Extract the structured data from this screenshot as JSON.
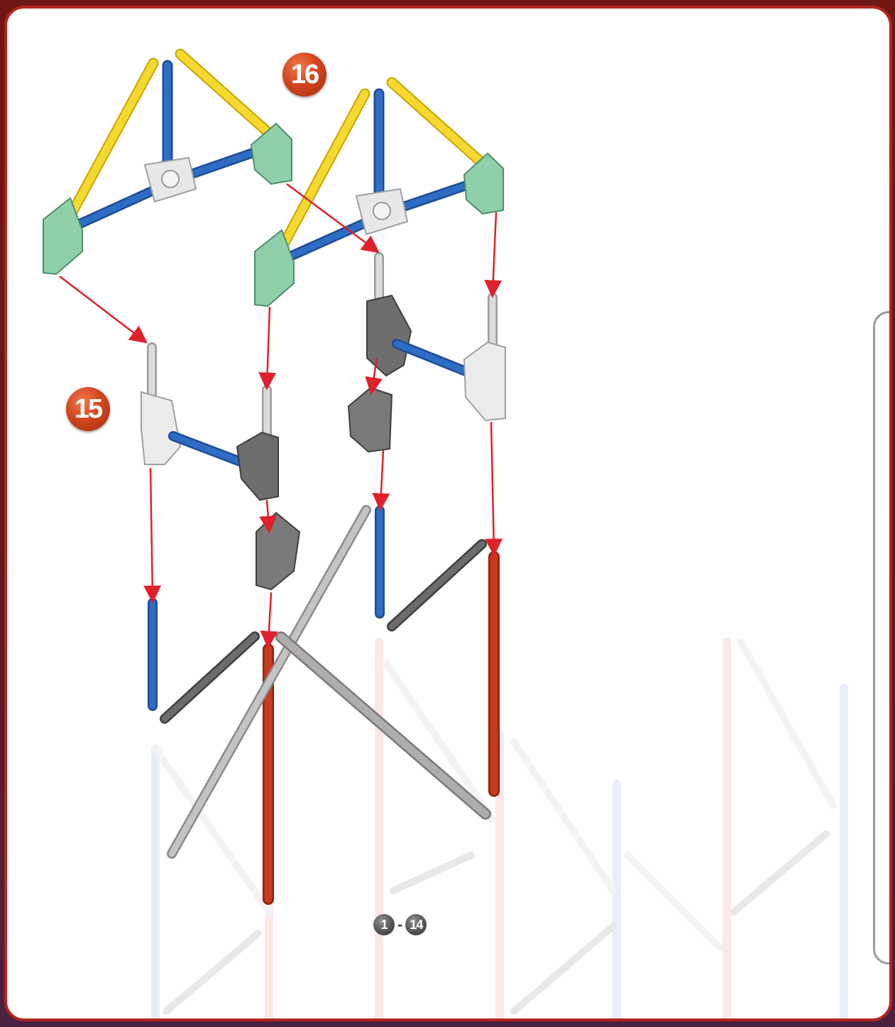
{
  "steps": {
    "first": "16",
    "second": "15"
  },
  "step_range": {
    "start": "1",
    "separator": "-",
    "end": "14"
  },
  "colors": {
    "frame": "#b3241b",
    "badge": "#d2461f",
    "rod_yellow": "#f2d22a",
    "rod_blue": "#2a62b8",
    "rod_red": "#c0361c",
    "rod_gray": "#a9a9a9",
    "connector_green": "#8fcfaa",
    "connector_white": "#e6e6e6",
    "connector_gray": "#6e6e6e",
    "arrow": "#e0202a"
  }
}
